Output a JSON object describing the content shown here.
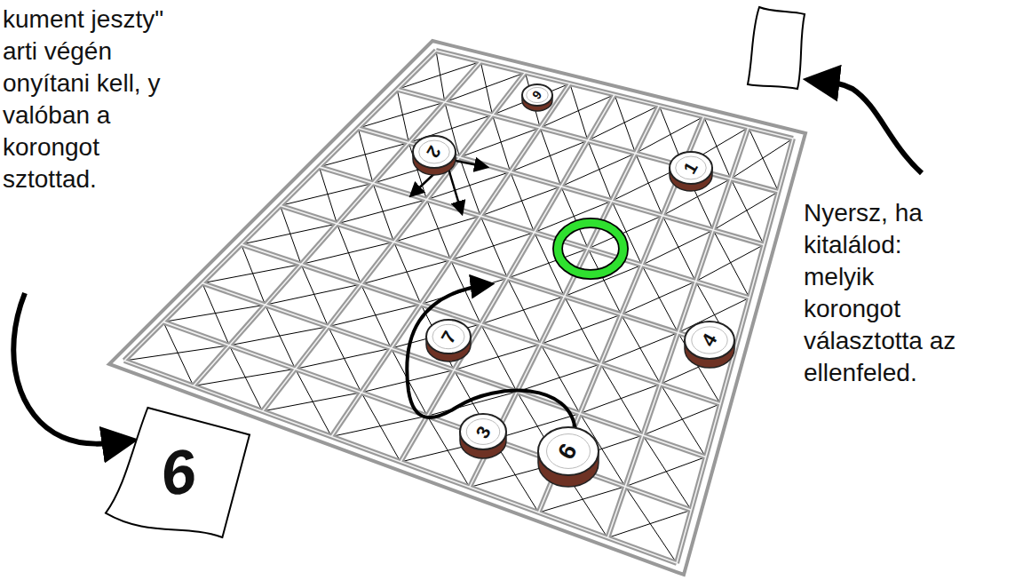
{
  "diagram": {
    "nodes": [
      {
        "text": [
          "6"
        ]
      },
      {
        "text": [
          "2"
        ]
      },
      {
        "text": [
          "1"
        ]
      },
      {
        "text": [
          "7"
        ]
      },
      {
        "text": [
          "4"
        ]
      },
      {
        "text": [
          "3"
        ]
      },
      {
        "text": [
          "6"
        ]
      },
      {
        "text": [
          "6"
        ]
      }
    ],
    "labels": [
      "kument jeszty\" arti végén onyítani kell, y valóban a korongot sztottad.",
      "Nyersz, ha kitalálod: melyik korongot választotta az ellenfeled."
    ]
  }
}
